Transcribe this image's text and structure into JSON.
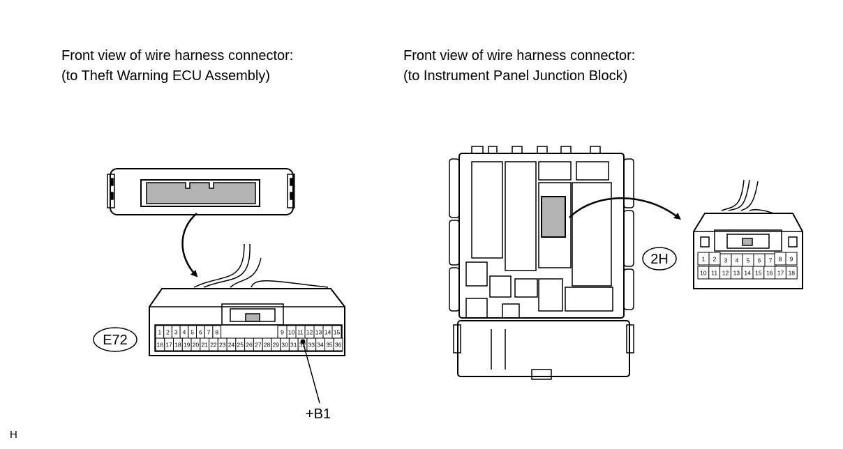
{
  "left_caption": {
    "line1": "Front view of wire harness connector:",
    "line2": "(to Theft Warning ECU Assembly)"
  },
  "right_caption": {
    "line1": "Front view of wire harness connector:",
    "line2": "(to Instrument Panel Junction Block)"
  },
  "left_connector": {
    "code": "E72",
    "pin_label": "+B1",
    "top_row_left": [
      "1",
      "2",
      "3",
      "4",
      "5",
      "6",
      "7",
      "8"
    ],
    "top_row_right": [
      "9",
      "10",
      "11",
      "12",
      "13",
      "14",
      "15"
    ],
    "bottom_row": [
      "16",
      "17",
      "18",
      "19",
      "20",
      "21",
      "22",
      "23",
      "24",
      "25",
      "26",
      "27",
      "28",
      "29",
      "30",
      "31",
      "32",
      "33",
      "34",
      "35",
      "36"
    ]
  },
  "right_connector": {
    "code": "2H",
    "top_row_left": [
      "1",
      "2"
    ],
    "top_row_mid": [
      "3",
      "4",
      "5",
      "6",
      "7"
    ],
    "top_row_right": [
      "8",
      "9"
    ],
    "bottom_row": [
      "10",
      "11",
      "12",
      "13",
      "14",
      "15",
      "16",
      "17",
      "18"
    ]
  },
  "corner_tag": "H",
  "colors": {
    "line": "#000000",
    "highlight": "#b4b4b4",
    "background": "#ffffff"
  }
}
